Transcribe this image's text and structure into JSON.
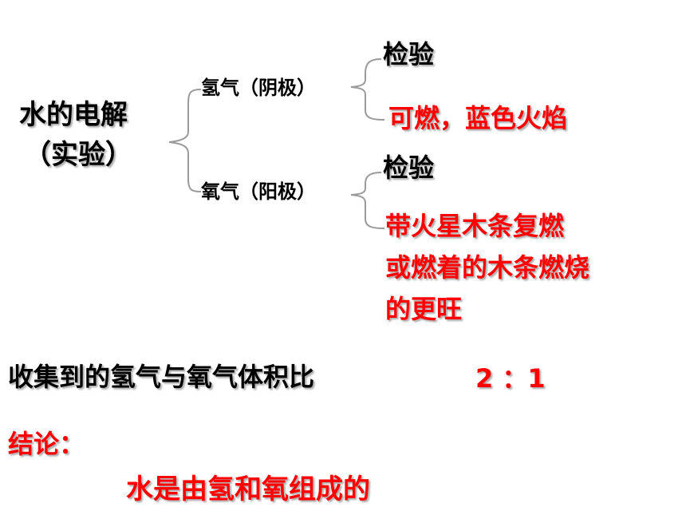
{
  "colors": {
    "text": "#000000",
    "accent": "#ff0000",
    "brace": "#9a9a9a"
  },
  "root": {
    "line1": "水的电解",
    "line2": "（实验）"
  },
  "branches": [
    {
      "label": "氢气（阴极）",
      "children": [
        {
          "text": "检验",
          "color": "#000000"
        },
        {
          "text": "可燃，蓝色火焰",
          "color": "#ff0000"
        }
      ]
    },
    {
      "label": "氧气（阳极）",
      "children": [
        {
          "text": "检验",
          "color": "#000000"
        },
        {
          "text": "带火星木条复燃\n或燃着的木条燃烧\n的更旺",
          "color": "#ff0000"
        }
      ]
    }
  ],
  "volume_ratio": {
    "label": "收集到的氢气与氧气体积比",
    "value": "2 ：1"
  },
  "conclusion": {
    "label": "结论：",
    "text": "水是由氢和氧组成的"
  }
}
